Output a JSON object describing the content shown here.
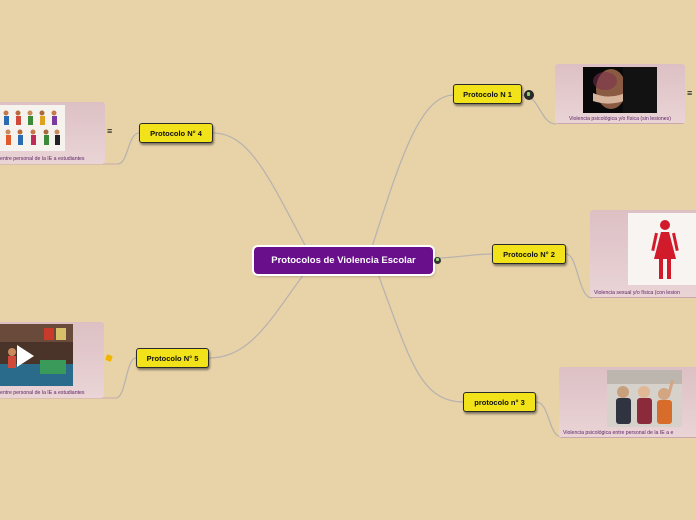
{
  "root": {
    "label": "Protocolos de Violencia Escolar"
  },
  "topics": {
    "p1": {
      "label": "Protocolo N 1",
      "caption": "Violencia psicológica y/o física (sin lesiones)"
    },
    "p2": {
      "label": "Protocolo N° 2",
      "caption": "Violencia sexual y/o física (con lesion"
    },
    "p3": {
      "label": "protocolo n° 3",
      "caption": "Violencia psicológica entre personal de la IE  a e"
    },
    "p4": {
      "label": "Protocolo N° 4",
      "caption": "entre personal de la IE  a estudiantes"
    },
    "p5": {
      "label": "Protocolo N° 5",
      "caption": "entre personal de la IE  a estudiantes"
    }
  },
  "icons": {
    "menu": "≡",
    "link": "globe-icon",
    "note": "note-icon"
  },
  "colors": {
    "background": "#e8d3a9",
    "root": "#6a0f8c",
    "topic": "#f2e21a",
    "connector": "#b9b3ad"
  }
}
